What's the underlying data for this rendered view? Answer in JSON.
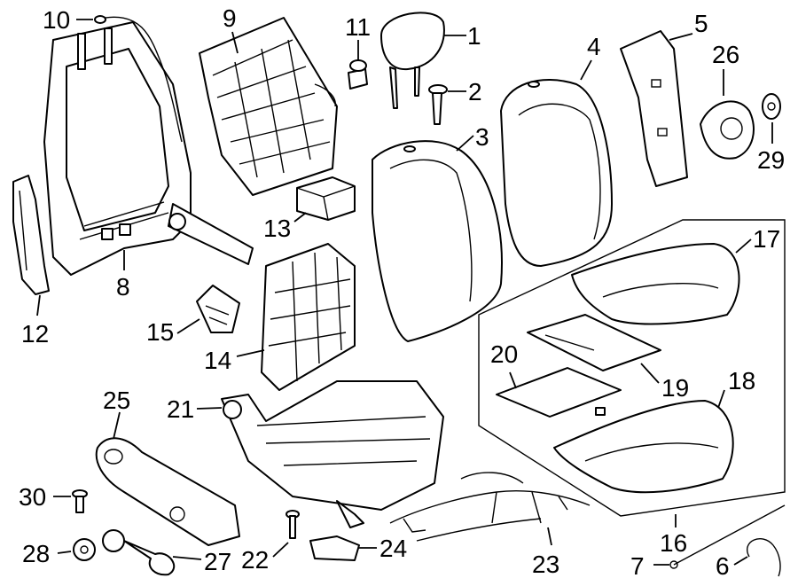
{
  "callouts": [
    {
      "id": "10",
      "text": "10"
    },
    {
      "id": "9",
      "text": "9"
    },
    {
      "id": "11",
      "text": "11"
    },
    {
      "id": "1",
      "text": "1"
    },
    {
      "id": "2",
      "text": "2"
    },
    {
      "id": "3",
      "text": "3"
    },
    {
      "id": "4",
      "text": "4"
    },
    {
      "id": "5",
      "text": "5"
    },
    {
      "id": "26",
      "text": "26"
    },
    {
      "id": "29",
      "text": "29"
    },
    {
      "id": "13",
      "text": "13"
    },
    {
      "id": "17",
      "text": "17"
    },
    {
      "id": "8",
      "text": "8"
    },
    {
      "id": "12",
      "text": "12"
    },
    {
      "id": "15",
      "text": "15"
    },
    {
      "id": "20",
      "text": "20"
    },
    {
      "id": "19",
      "text": "19"
    },
    {
      "id": "18",
      "text": "18"
    },
    {
      "id": "14",
      "text": "14"
    },
    {
      "id": "21",
      "text": "21"
    },
    {
      "id": "25",
      "text": "25"
    },
    {
      "id": "30",
      "text": "30"
    },
    {
      "id": "16",
      "text": "16"
    },
    {
      "id": "28",
      "text": "28"
    },
    {
      "id": "27",
      "text": "27"
    },
    {
      "id": "22",
      "text": "22"
    },
    {
      "id": "24",
      "text": "24"
    },
    {
      "id": "23",
      "text": "23"
    },
    {
      "id": "7",
      "text": "7"
    },
    {
      "id": "6",
      "text": "6"
    }
  ]
}
